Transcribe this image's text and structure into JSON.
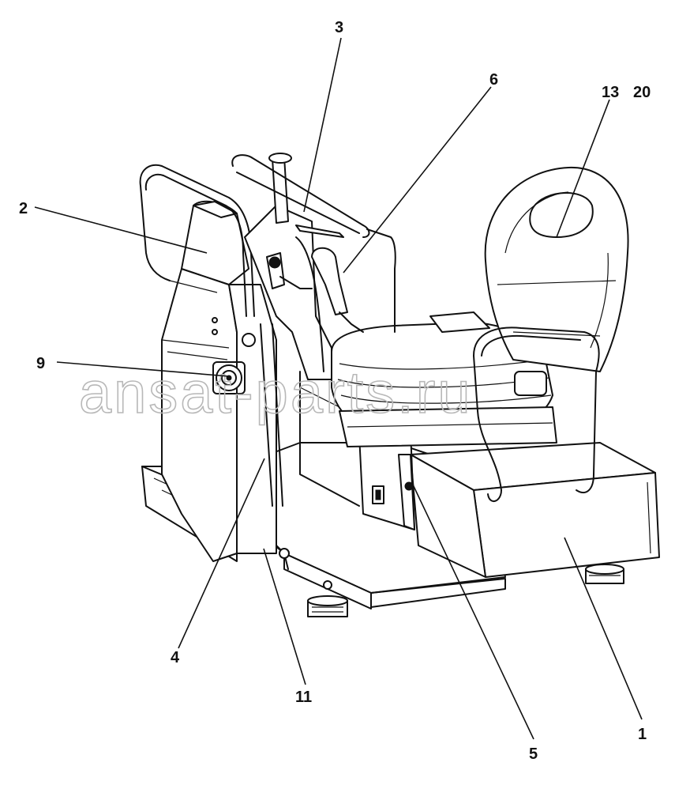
{
  "watermark": "ansat-parts.ru",
  "callouts": {
    "c1": "1",
    "c2": "2",
    "c3": "3",
    "c4": "4",
    "c5": "5",
    "c6": "6",
    "c9": "9",
    "c11": "11",
    "c13": "13",
    "c20": "20"
  }
}
